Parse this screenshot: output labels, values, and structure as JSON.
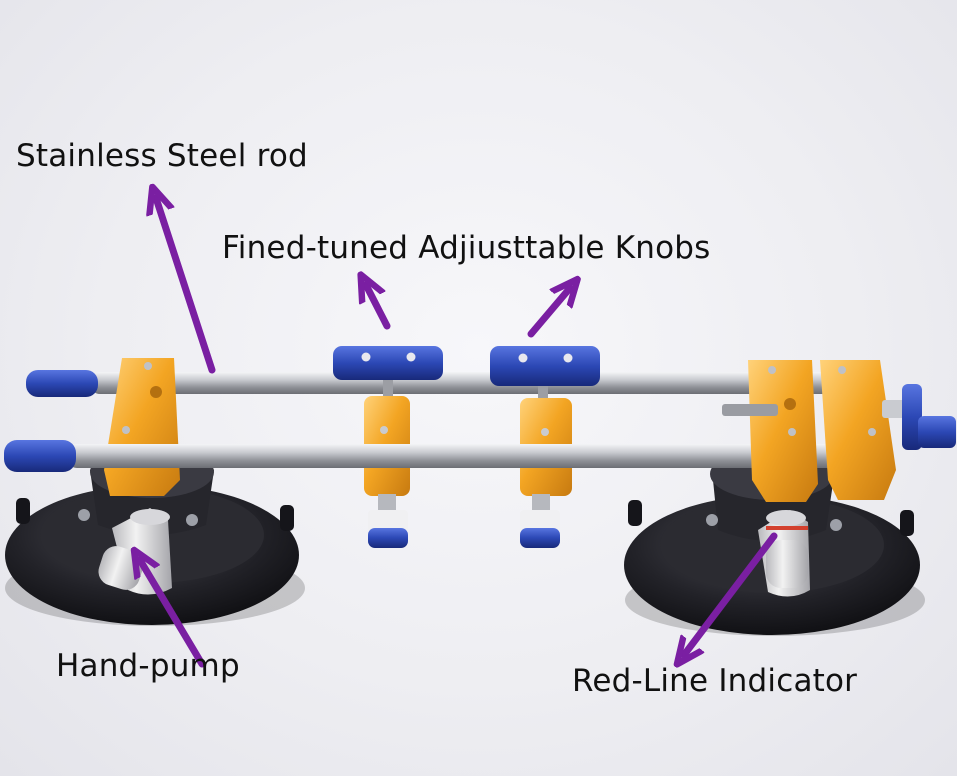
{
  "annotations": {
    "rod": "Stainless Steel rod",
    "knobs": "Fined-tuned Adjiusttable Knobs",
    "pump": "Hand-pump",
    "indicator": "Red-Line Indicator"
  },
  "colors": {
    "arrow": "#7a1fa2",
    "anodized_orange": "#f0a020",
    "anodized_blue": "#2a4bb8",
    "steel": "#c4c6cc",
    "rubber": "#1b1b1f",
    "background": "#eeeef2"
  }
}
